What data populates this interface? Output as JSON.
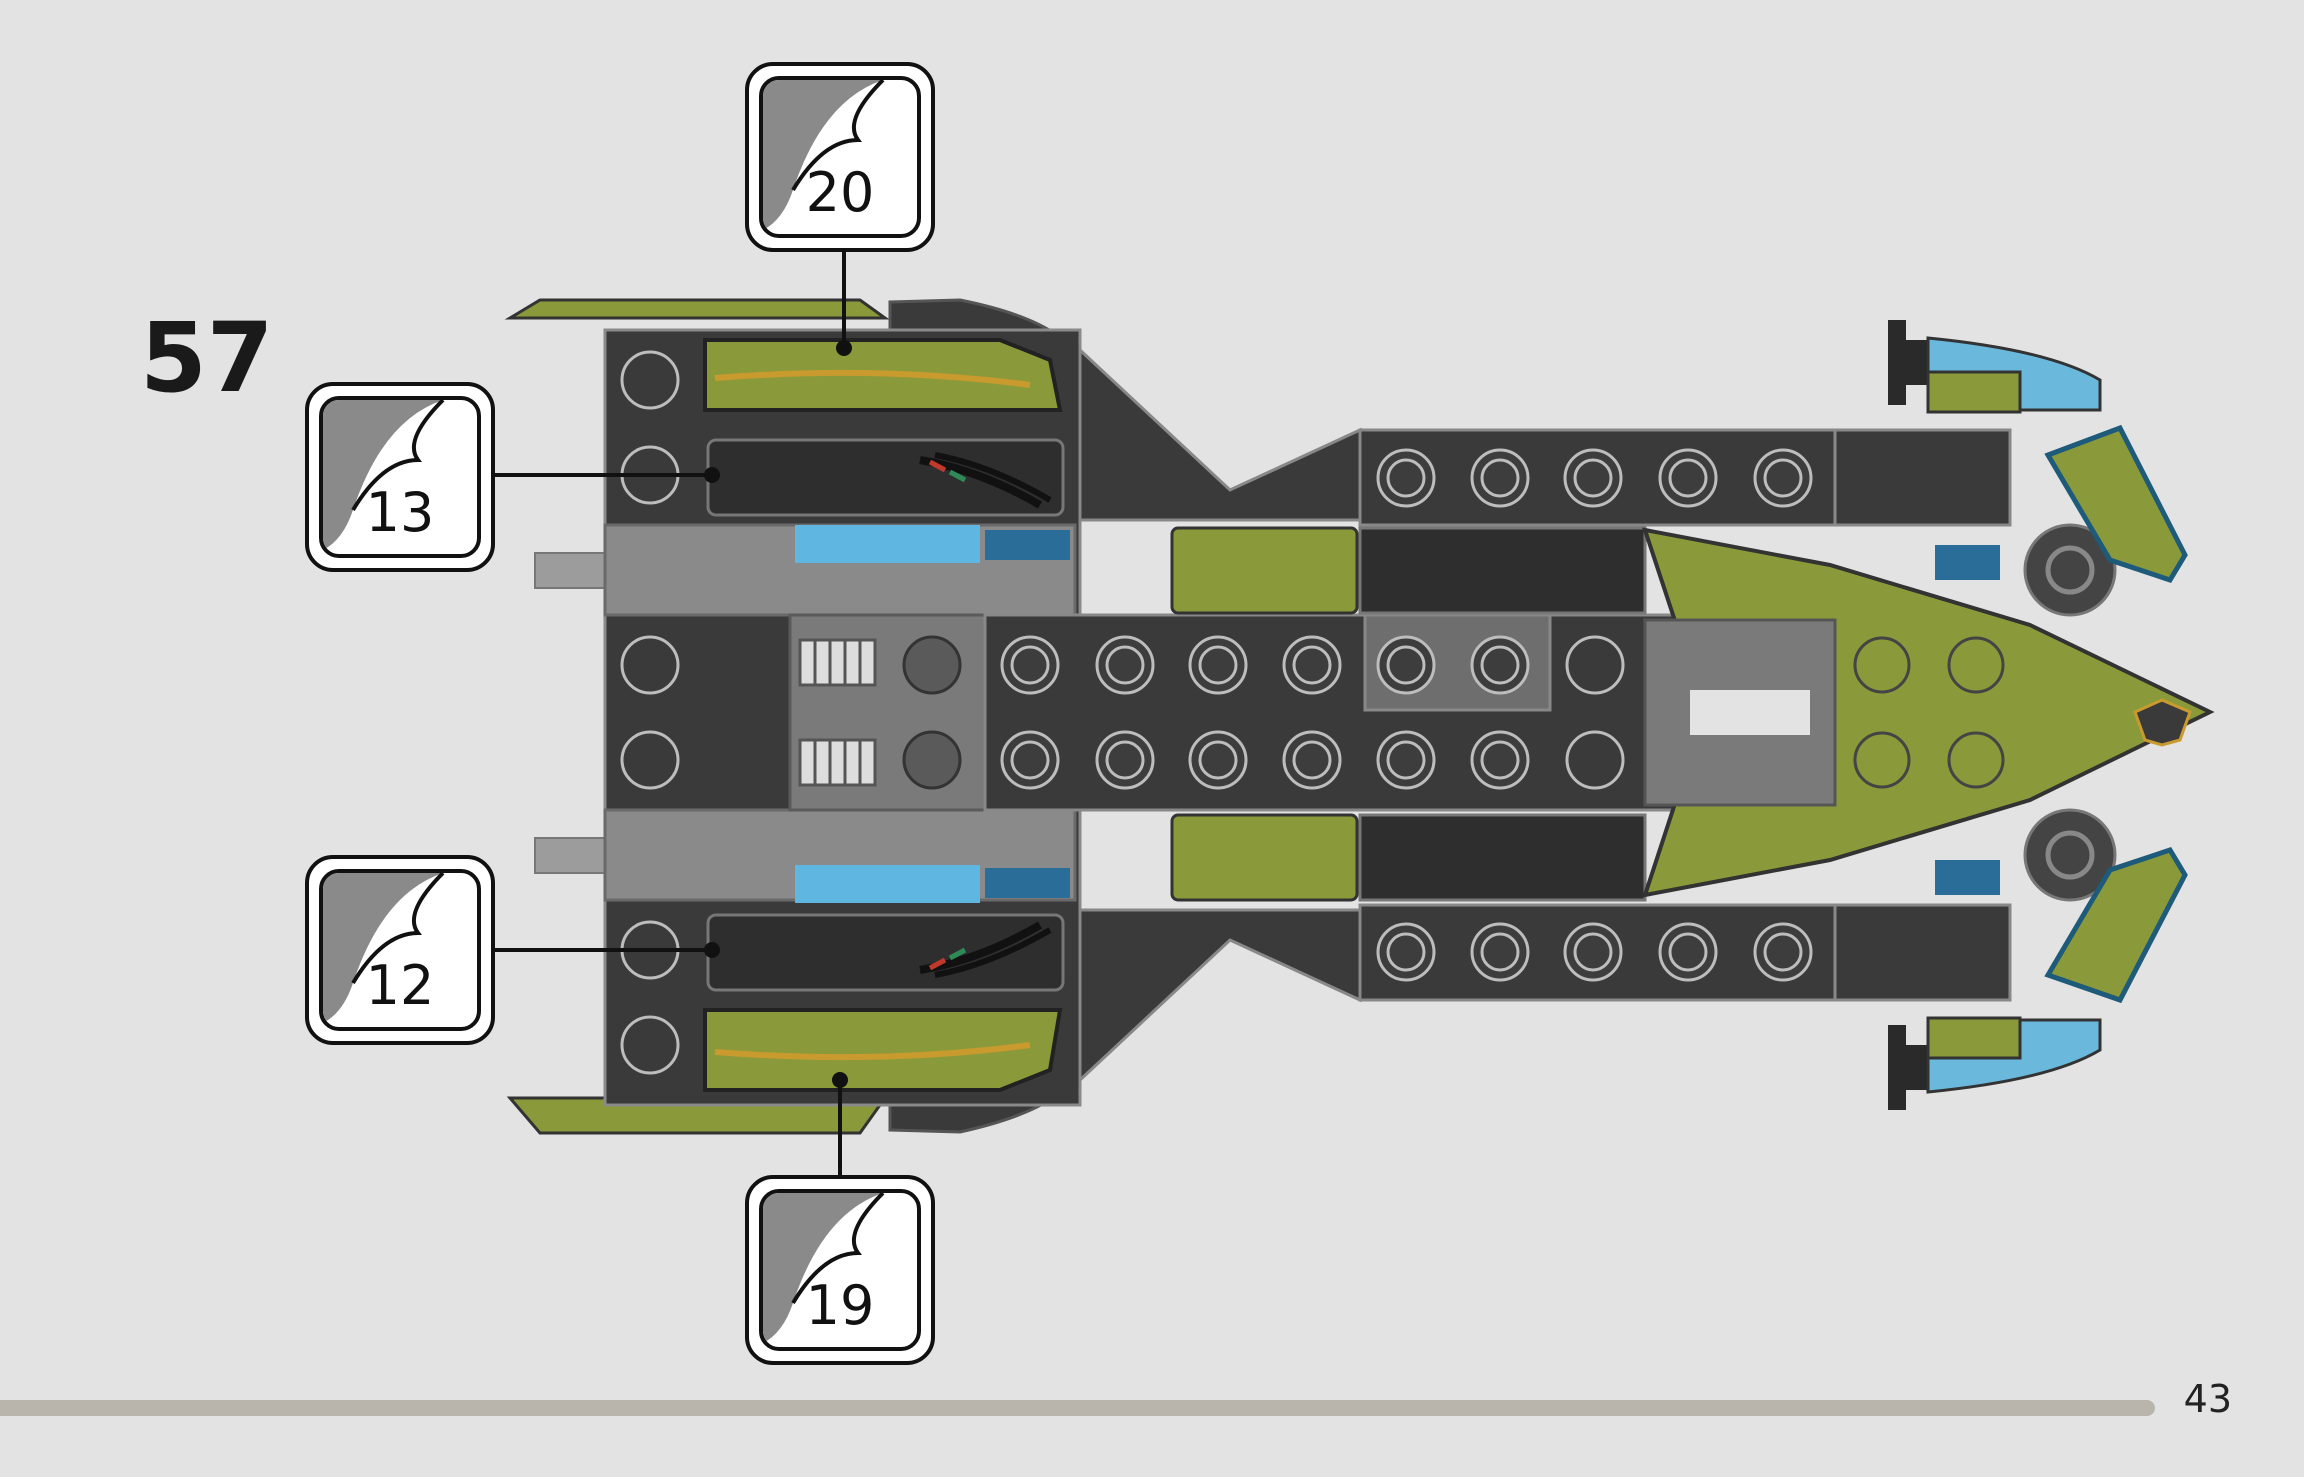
{
  "step": {
    "number": "57"
  },
  "page": {
    "number": "43"
  },
  "stickers": [
    {
      "id": "sticker-20",
      "number": "20"
    },
    {
      "id": "sticker-13",
      "number": "13"
    },
    {
      "id": "sticker-12",
      "number": "12"
    },
    {
      "id": "sticker-19",
      "number": "19"
    }
  ],
  "colors": {
    "background": "#e3e3e4",
    "dark_brick": "#3a3a3b",
    "mid_grey": "#7a7a7b",
    "light_grey": "#9c9c9d",
    "lime_green": "#8a9a3a",
    "trans_blue": "#5fb6e0",
    "sticker_stripe": "#c99a2e"
  }
}
